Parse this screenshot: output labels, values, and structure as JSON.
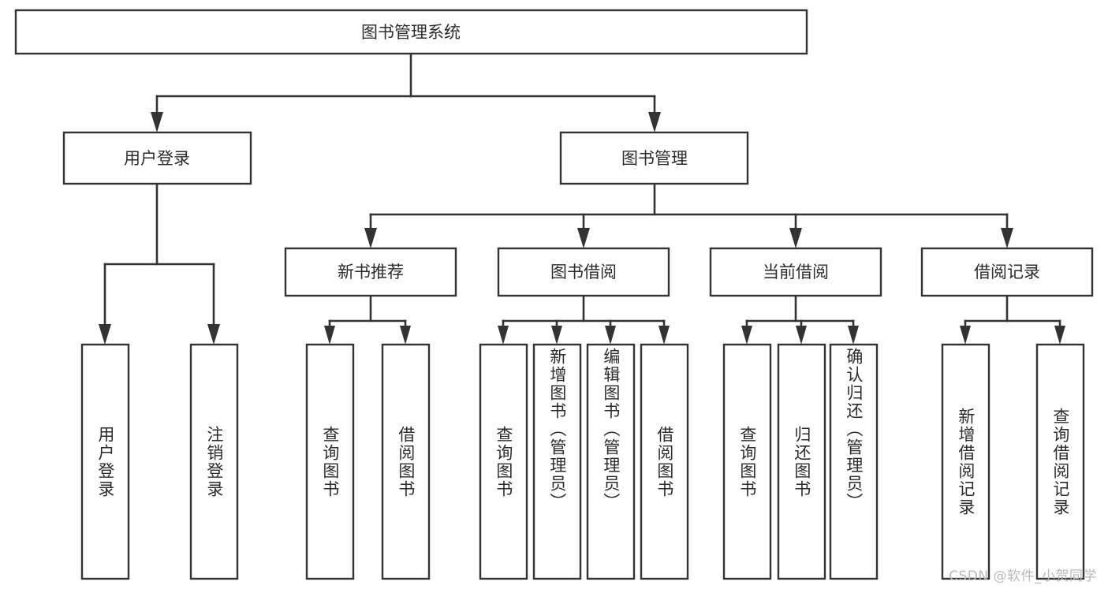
{
  "diagram": {
    "title_node": {
      "label": "图书管理系统"
    },
    "level2": [
      {
        "id": "user-login",
        "label": "用户登录"
      },
      {
        "id": "book-management",
        "label": "图书管理"
      }
    ],
    "level3": [
      {
        "id": "new-book-recommend",
        "label": "新书推荐"
      },
      {
        "id": "book-borrow",
        "label": "图书借阅"
      },
      {
        "id": "current-borrow",
        "label": "当前借阅"
      },
      {
        "id": "borrow-record",
        "label": "借阅记录"
      }
    ],
    "leaves": {
      "user_login": [
        {
          "id": "leaf-user-login",
          "label": "用户登录"
        },
        {
          "id": "leaf-logout-login",
          "label": "注销登录"
        }
      ],
      "new_book_recommend": [
        {
          "id": "leaf-query-book-1",
          "label": "查询图书"
        },
        {
          "id": "leaf-borrow-book-1",
          "label": "借阅图书"
        }
      ],
      "book_borrow": [
        {
          "id": "leaf-query-book-2",
          "label": "查询图书"
        },
        {
          "id": "leaf-add-book",
          "label": "新增图书（管理员）"
        },
        {
          "id": "leaf-edit-book",
          "label": "编辑图书（管理员）"
        },
        {
          "id": "leaf-borrow-book-2",
          "label": "借阅图书"
        }
      ],
      "current_borrow": [
        {
          "id": "leaf-query-book-3",
          "label": "查询图书"
        },
        {
          "id": "leaf-return-book",
          "label": "归还图书"
        },
        {
          "id": "leaf-confirm-return",
          "label": "确认归还（管理员）"
        }
      ],
      "borrow_record": [
        {
          "id": "leaf-add-record",
          "label": "新增借阅记录"
        },
        {
          "id": "leaf-query-record",
          "label": "查询借阅记录"
        }
      ]
    },
    "watermark": "CSDN @软件_小贺同学",
    "colors": {
      "stroke": "#333333",
      "fill": "#ffffff",
      "text": "#2b2b2b",
      "watermark": "#b9b9b9"
    }
  }
}
